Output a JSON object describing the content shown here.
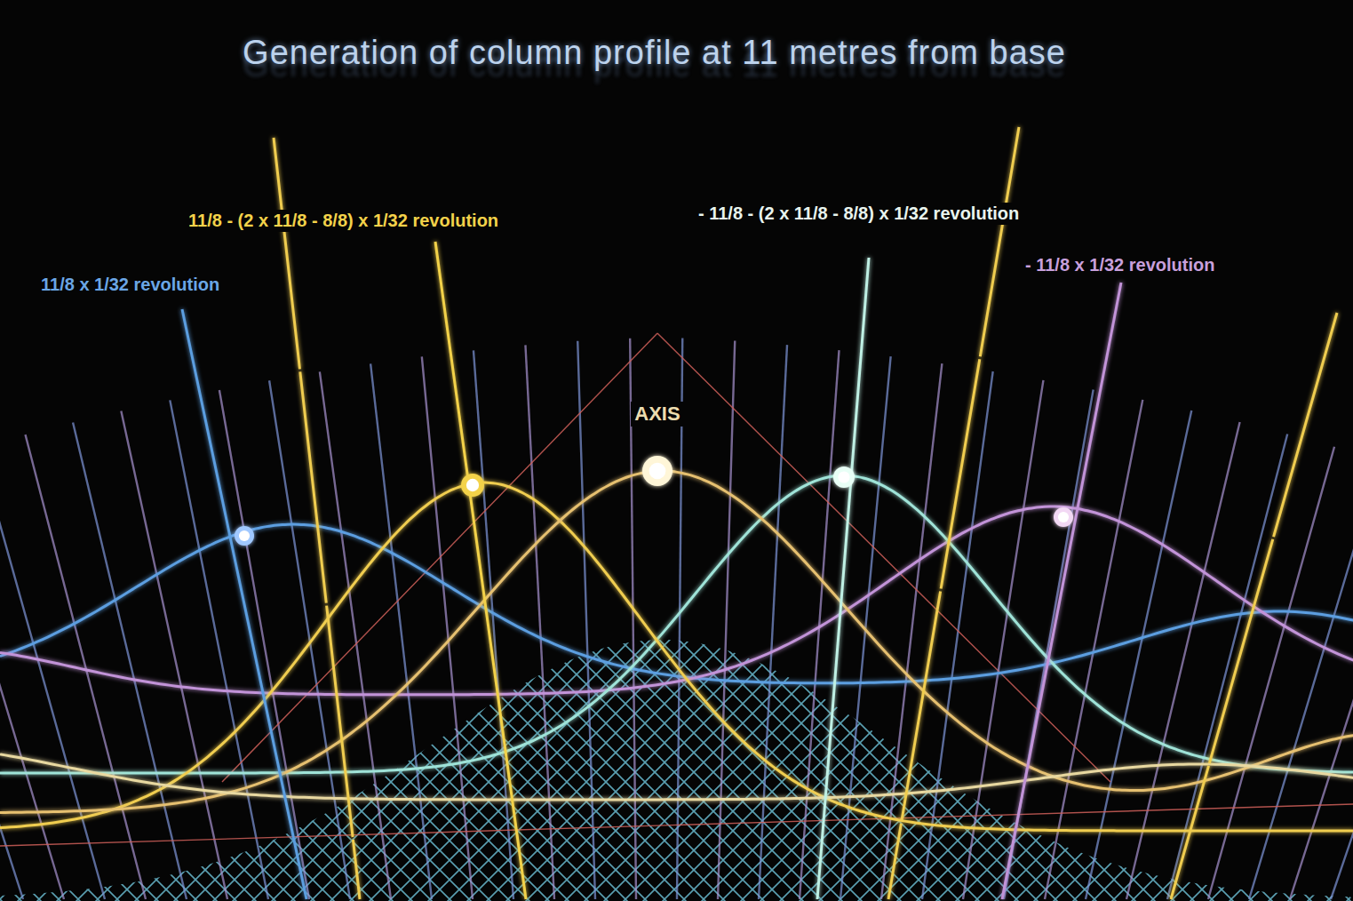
{
  "diagram": {
    "title": "Generation of column profile at 11 metres from base",
    "labels": [
      "11/8 - (2 x 11/8 - 8/8) x 1/32 revolution",
      "- 11/8 - (2 x 11/8 - 8/8) x 1/32 revolution",
      "11/8 x 1/32 revolution",
      "- 11/8 x 1/32 revolution",
      "AXIS"
    ]
  }
}
